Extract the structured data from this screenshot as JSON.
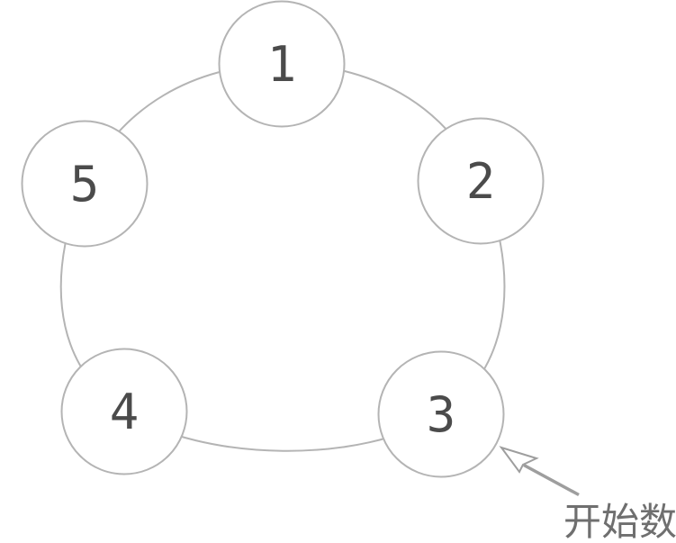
{
  "diagram": {
    "type": "counting-circle",
    "nodes": [
      {
        "label": "1",
        "position": "top"
      },
      {
        "label": "2",
        "position": "upper-right"
      },
      {
        "label": "3",
        "position": "lower-right"
      },
      {
        "label": "4",
        "position": "lower-left"
      },
      {
        "label": "5",
        "position": "upper-left"
      }
    ],
    "annotation": {
      "label": "开始数",
      "target_node": "3"
    },
    "colors": {
      "outline": "#b4b4b4",
      "node_fill": "#ffffff",
      "node_text": "#4b4b4b",
      "arrow": "#9e9e9e",
      "annotation_text": "#6f6f6f"
    }
  }
}
